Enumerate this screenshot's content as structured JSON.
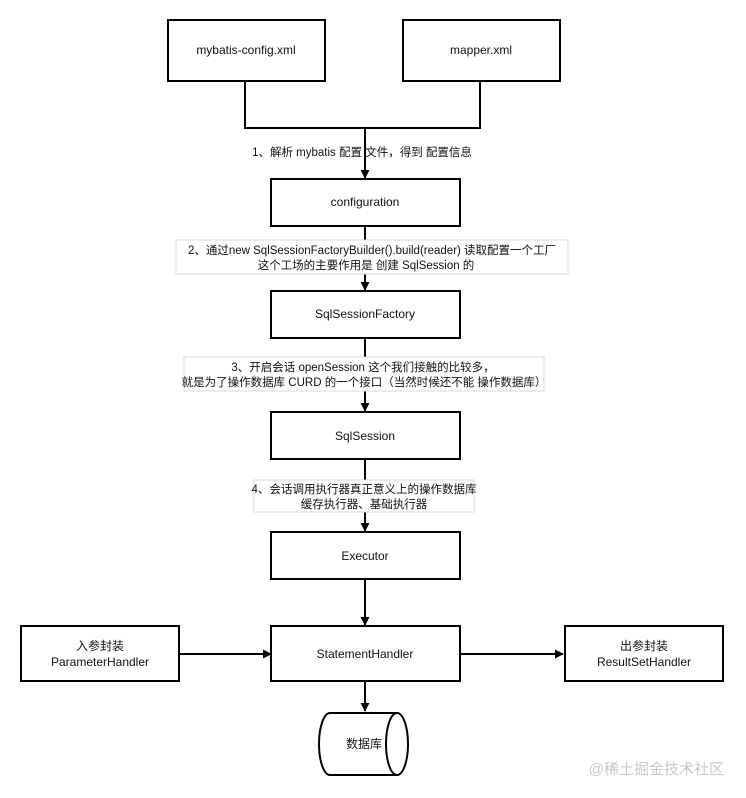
{
  "nodes": {
    "mybatis_config": "mybatis-config.xml",
    "mapper_xml": "mapper.xml",
    "configuration": "configuration",
    "sql_session_factory": "SqlSessionFactory",
    "sql_session": "SqlSession",
    "executor": "Executor",
    "statement_handler": "StatementHandler",
    "parameter_handler": [
      "入参封装",
      "ParameterHandler"
    ],
    "result_set_handler": [
      "出参封装",
      "ResultSetHandler"
    ],
    "database": "数据库"
  },
  "edge_labels": {
    "step1": "1、解析 mybatis 配置 文件，得到 配置信息",
    "step2": [
      "2、通过new SqlSessionFactoryBuilder().build(reader) 读取配置一个工厂",
      "这个工场的主要作用是 创建 SqlSession 的"
    ],
    "step3": [
      "3、开启会话 openSession 这个我们接触的比较多，",
      "就是为了操作数据库 CURD 的一个接口（当然时候还不能 操作数据库）"
    ],
    "step4": [
      "4、会话调用执行器真正意义上的操作数据库",
      "缓存执行器、基础执行器"
    ]
  },
  "watermark": "@稀土掘金技术社区"
}
